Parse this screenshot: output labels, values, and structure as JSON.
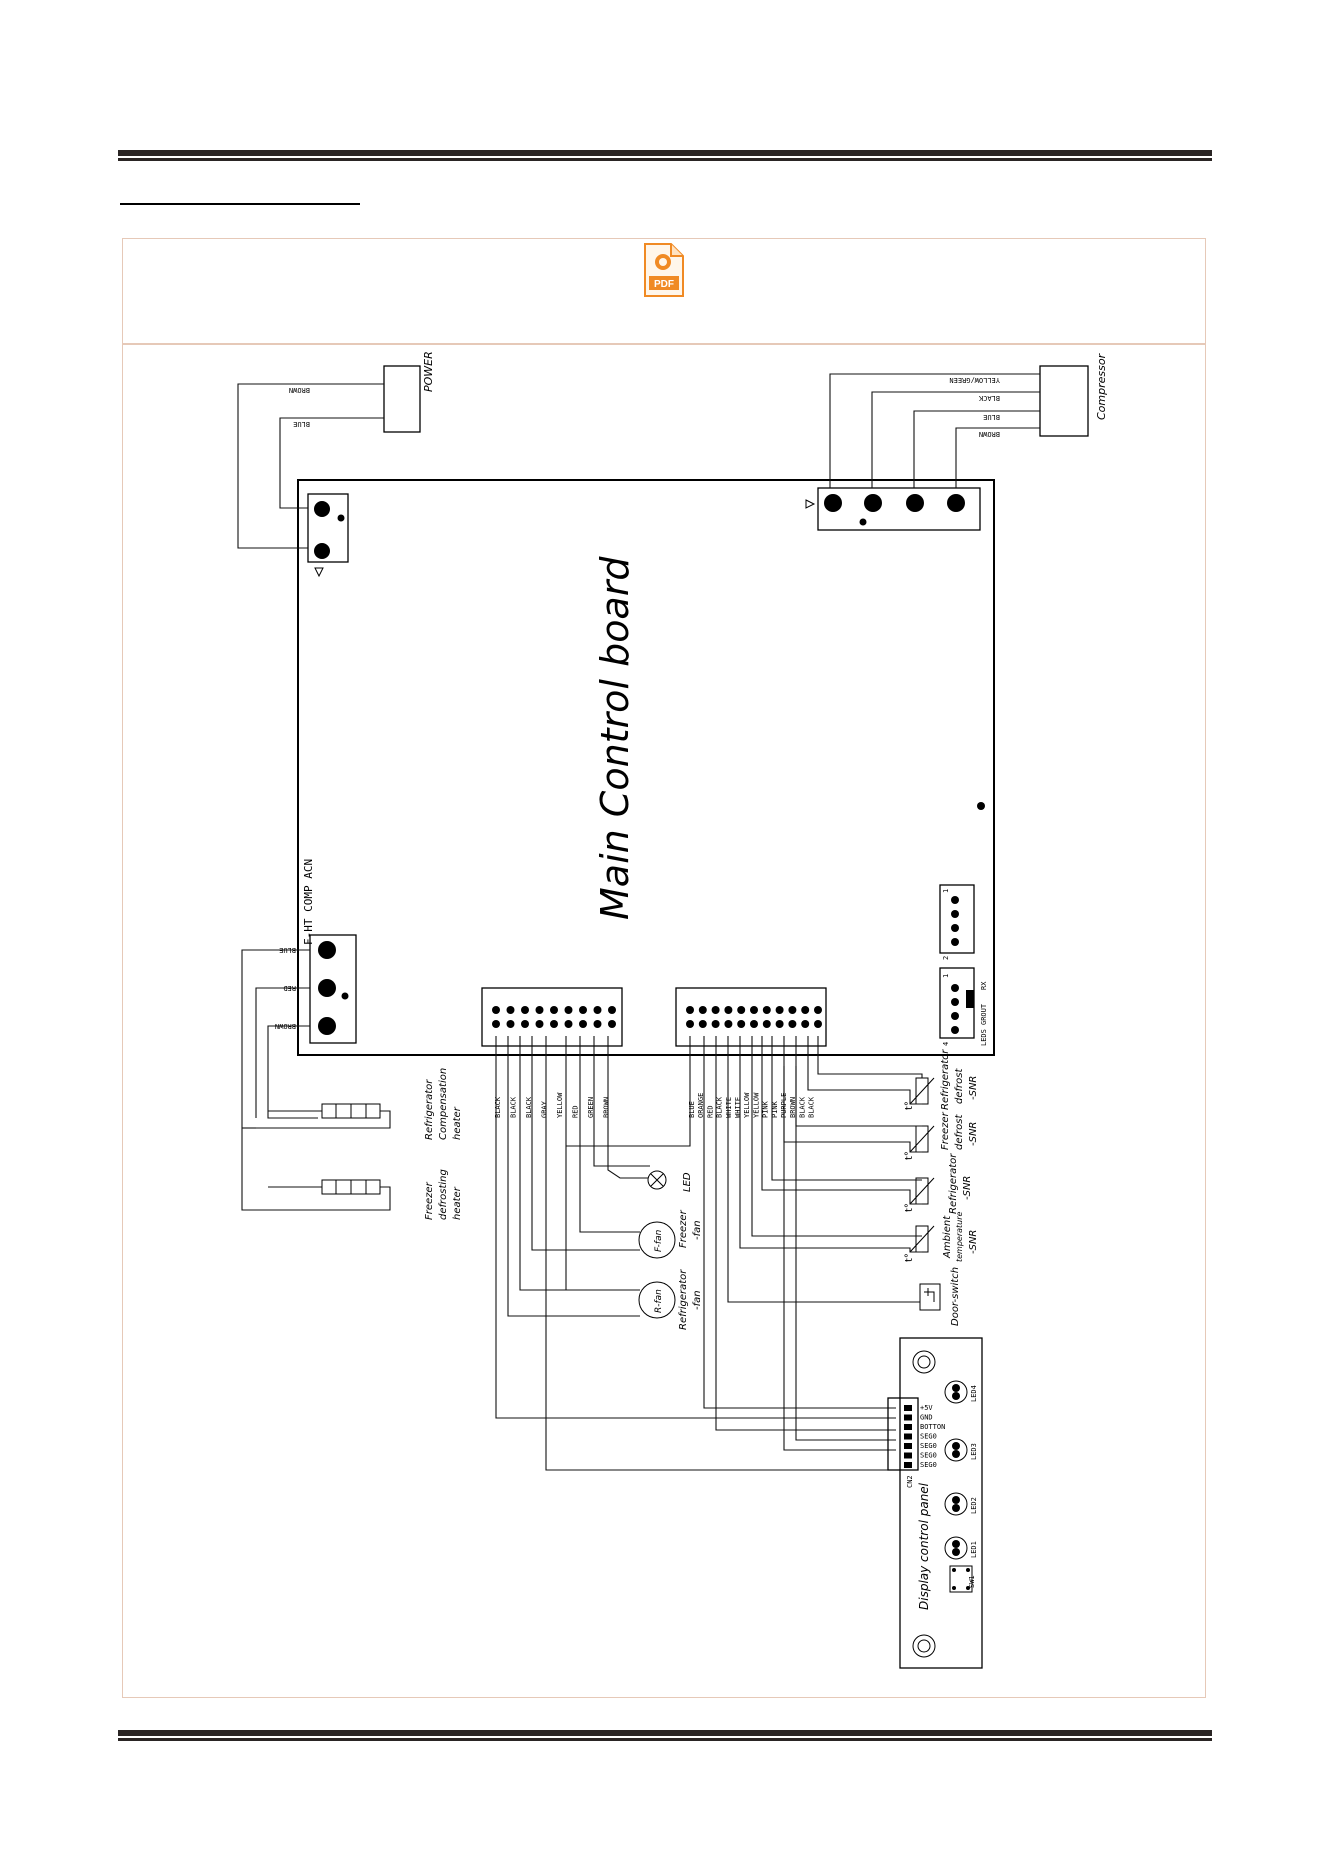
{
  "main_board_label": "Main Control board",
  "board_marking": "F-HT COMP ACN",
  "power_label": "POWER",
  "compressor_label": "Compressor",
  "power_wires": [
    "BROWN",
    "BLUE"
  ],
  "compressor_wires": [
    "YELLOW/GREEN",
    "BLACK",
    "BLUE",
    "BROWN"
  ],
  "heater_wires": [
    "BLUE",
    "RED",
    "BROWN"
  ],
  "left_connector_wires": [
    "BLACK",
    "BLACK",
    "BLACK",
    "GRAY",
    "YELLOW",
    "RED",
    "GREEN",
    "BROWN"
  ],
  "right_connector_wires": [
    "BLUE",
    "ORANGE",
    "RED",
    "BLACK",
    "WHITE",
    "WHITE",
    "YELLOW",
    "YELLOW",
    "PINK",
    "PINK",
    "PURPLE",
    "BROWN",
    "BLACK",
    "BLACK"
  ],
  "components": {
    "ref_heater": [
      "Refrigerator",
      "Compensation",
      "heater"
    ],
    "frz_heater": [
      "Freezer",
      "defrosting",
      "heater"
    ],
    "led": "LED",
    "f_fan_symbol": "F-fan",
    "f_fan": [
      "Freezer",
      "-fan"
    ],
    "r_fan_symbol": "R-fan",
    "r_fan": [
      "Refrigerator",
      "-fan"
    ],
    "ref_defrost": [
      "Refrigerator",
      "defrost",
      "-SNR"
    ],
    "frz_defrost": [
      "Freezer",
      "defrost",
      "-SNR"
    ],
    "ref_snr": [
      "Refrigerator",
      "-SNR"
    ],
    "ambient": [
      "Ambient",
      "temperature",
      "-SNR"
    ],
    "door": "Door-switch",
    "sensor_symbol": "t°"
  },
  "display_panel": {
    "label": "Display control panel",
    "pins": [
      "+5V",
      "GND",
      "BOTTON",
      "SEG0",
      "SEG0",
      "SEG0",
      "SEG0"
    ],
    "leds": [
      "LED4",
      "LED3",
      "LED2",
      "LED1"
    ],
    "switch": "SW1",
    "connector": "CN2"
  },
  "small_marks": [
    "1",
    "2",
    "1",
    "4",
    "RX",
    "LEDS",
    "GROUT"
  ],
  "pdf_icon_text": "PDF",
  "colors": {
    "rule": "#2a2524",
    "frame": "#e6c9b8",
    "pdf_orange": "#f08a24"
  }
}
